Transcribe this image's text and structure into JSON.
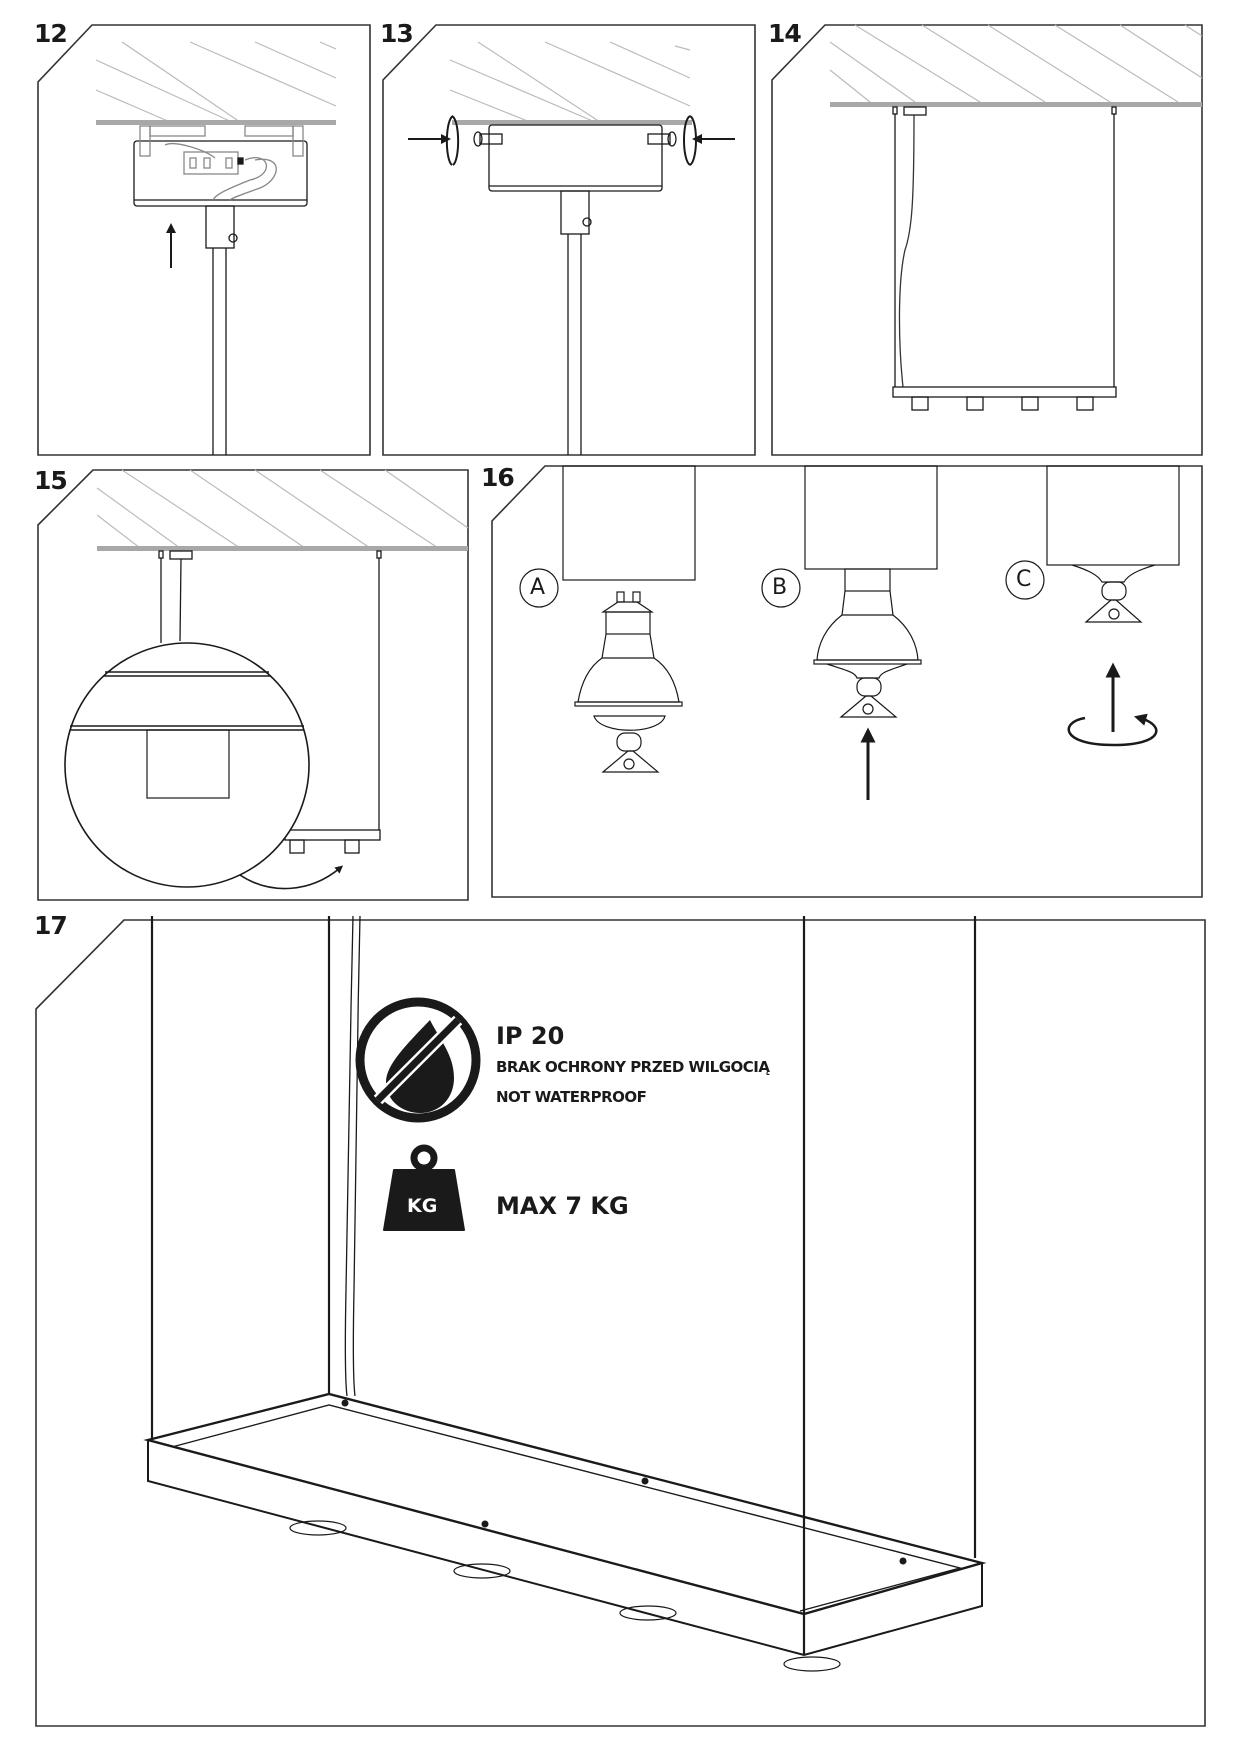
{
  "steps": [
    {
      "number": "12",
      "description": "Push ceiling canopy up to ceiling bracket"
    },
    {
      "number": "13",
      "description": "Tighten side screws of canopy"
    },
    {
      "number": "14",
      "description": "Lamp hanging on cables below ceiling"
    },
    {
      "number": "15",
      "description": "Detail of fixture frame with spotlights"
    },
    {
      "number": "16",
      "description": "Install GU10 bulb and cover ring",
      "substeps": [
        {
          "label": "A"
        },
        {
          "label": "B"
        },
        {
          "label": "C"
        }
      ]
    },
    {
      "number": "17",
      "description": "Finished fixture with ratings"
    }
  ],
  "ratings": {
    "ip_title": "IP 20",
    "ip_line_pl": "BRAK OCHRONY PRZED WILGOCIĄ",
    "ip_line_en": "NOT WATERPROOF",
    "weight_icon_text": "KG",
    "max_weight": "MAX 7 KG"
  },
  "icons": {
    "no_water": "no-water-drop-icon",
    "weight": "weight-kg-icon"
  },
  "colors": {
    "line": "#1a1a1a",
    "ceiling_hatch": "#b5b5b5",
    "ceiling_band": "#a8a8a8",
    "paper": "#ffffff"
  }
}
